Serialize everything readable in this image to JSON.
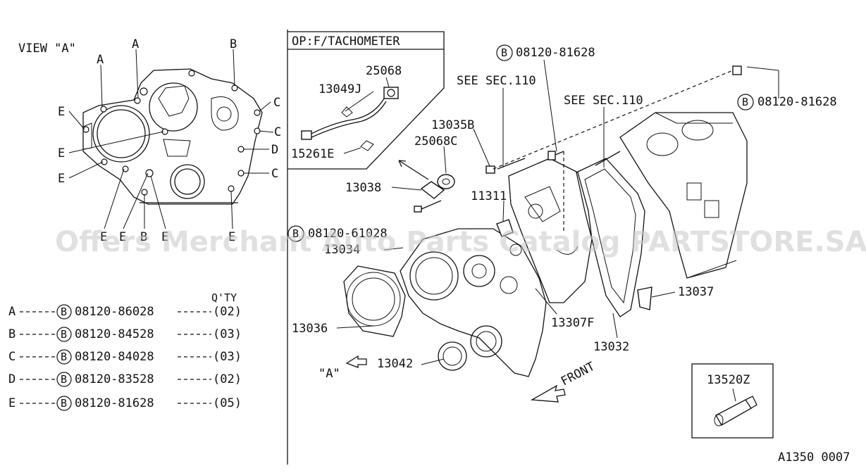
{
  "view_title": "VIEW \"A\"",
  "view_callouts": {
    "a1": "A",
    "a2": "A",
    "b_top": "B",
    "c1": "C",
    "c2": "C",
    "c3": "C",
    "d1": "D",
    "e1": "E",
    "e2": "E",
    "e3": "E",
    "b_bot": "B",
    "e_bot1": "E",
    "e_bot2": "E",
    "e_bot3": "E",
    "e_bot4": "E"
  },
  "option_box": {
    "title": "OP:F/TACHOMETER"
  },
  "parts": {
    "p25068": "25068",
    "p13049j": "13049J",
    "p15261e": "15261E",
    "p13035b": "13035B",
    "p25068c": "25068C",
    "p13038": "13038",
    "p11311": "11311",
    "p08120_61028": "08120-61028",
    "p13034": "13034",
    "p13036": "13036",
    "p13042": "13042",
    "p13307f": "13307F",
    "p13032": "13032",
    "p13037": "13037",
    "p13520z": "13520Z",
    "bolt_top1": "08120-81628",
    "bolt_top2": "08120-81628",
    "see_sec1": "SEE SEC.110",
    "see_sec2": "SEE SEC.110",
    "view_a_ref": "\"A\"",
    "front": "FRONT",
    "bolt_symbol": "B"
  },
  "qty_table": {
    "header": "Q'TY",
    "rows": [
      {
        "key": "A",
        "part": "08120-86028",
        "qty": "(02)"
      },
      {
        "key": "B",
        "part": "08120-84528",
        "qty": "(03)"
      },
      {
        "key": "C",
        "part": "08120-84028",
        "qty": "(03)"
      },
      {
        "key": "D",
        "part": "08120-83528",
        "qty": "(02)"
      },
      {
        "key": "E",
        "part": "08120-81628",
        "qty": "(05)"
      }
    ]
  },
  "figure_code": "A1350 0007",
  "watermark": "Offers Merchant Auto Parts Catalog PARTSTORE.SA"
}
